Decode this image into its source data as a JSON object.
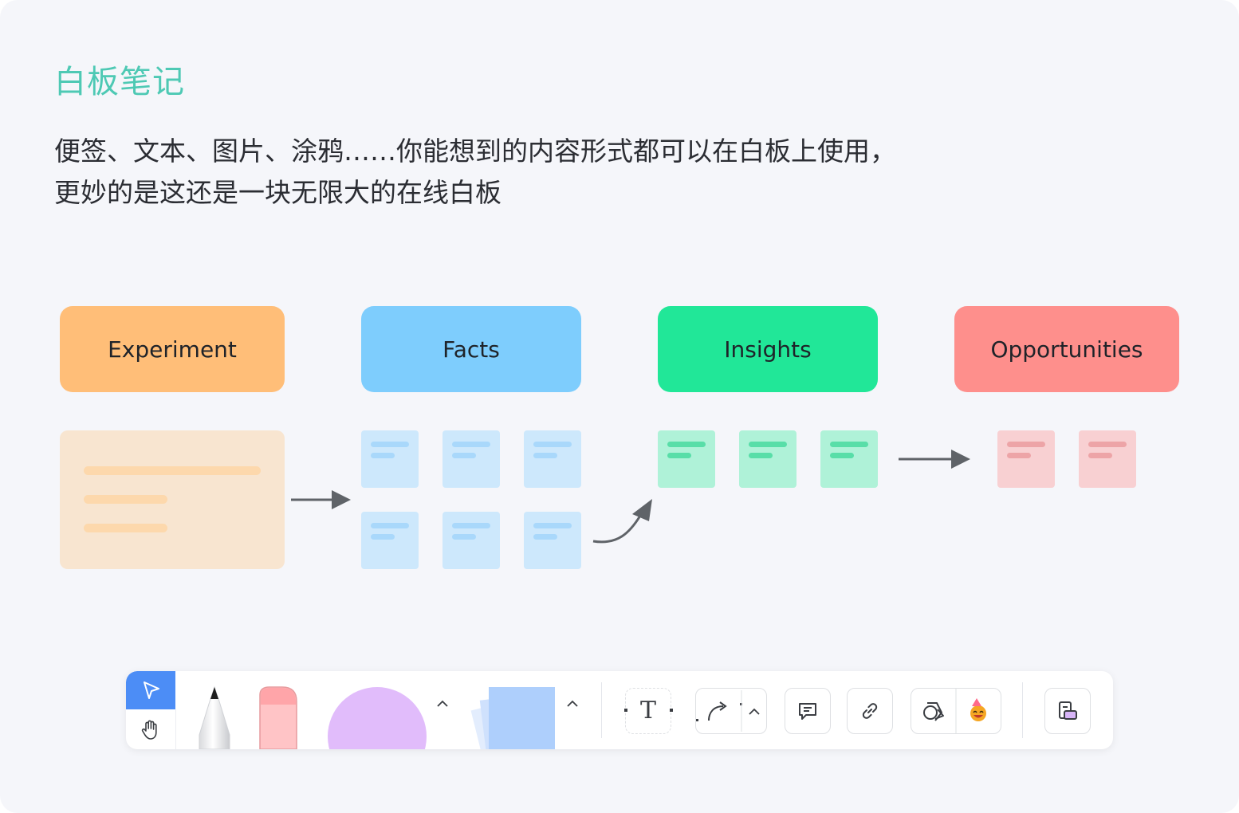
{
  "page": {
    "title": "白板笔记",
    "description_lines": [
      "便签、文本、图片、涂鸦……你能想到的内容形式都可以在白板上使用，",
      "更妙的是这还是一块无限大的在线白板"
    ]
  },
  "flow": {
    "columns": [
      {
        "label": "Experiment",
        "color": "#ffbe78"
      },
      {
        "label": "Facts",
        "color": "#7ecdfd"
      },
      {
        "label": "Insights",
        "color": "#21e798"
      },
      {
        "label": "Opportunities",
        "color": "#fe8f8c"
      }
    ],
    "facts_notes": 6,
    "insights_notes": 3,
    "opportunities_notes": 2
  },
  "toolbar": {
    "tools": [
      {
        "name": "select",
        "icon": "cursor-arrow-icon",
        "active": true
      },
      {
        "name": "hand",
        "icon": "hand-icon"
      },
      {
        "name": "pen",
        "icon": "pen-icon"
      },
      {
        "name": "eraser",
        "icon": "eraser-icon"
      },
      {
        "name": "shape",
        "icon": "circle-shape-icon"
      },
      {
        "name": "sticky-note",
        "icon": "sticky-note-icon"
      },
      {
        "name": "text",
        "icon": "text-icon",
        "glyph": "T"
      },
      {
        "name": "connector",
        "icon": "connector-arrow-icon"
      },
      {
        "name": "comment",
        "icon": "comment-icon"
      },
      {
        "name": "link",
        "icon": "link-icon"
      },
      {
        "name": "shape-library",
        "icon": "shapes-icon"
      },
      {
        "name": "emoji",
        "icon": "emoji-icon"
      },
      {
        "name": "more",
        "icon": "template-icon"
      }
    ],
    "accent_color": "#4c8df6"
  }
}
